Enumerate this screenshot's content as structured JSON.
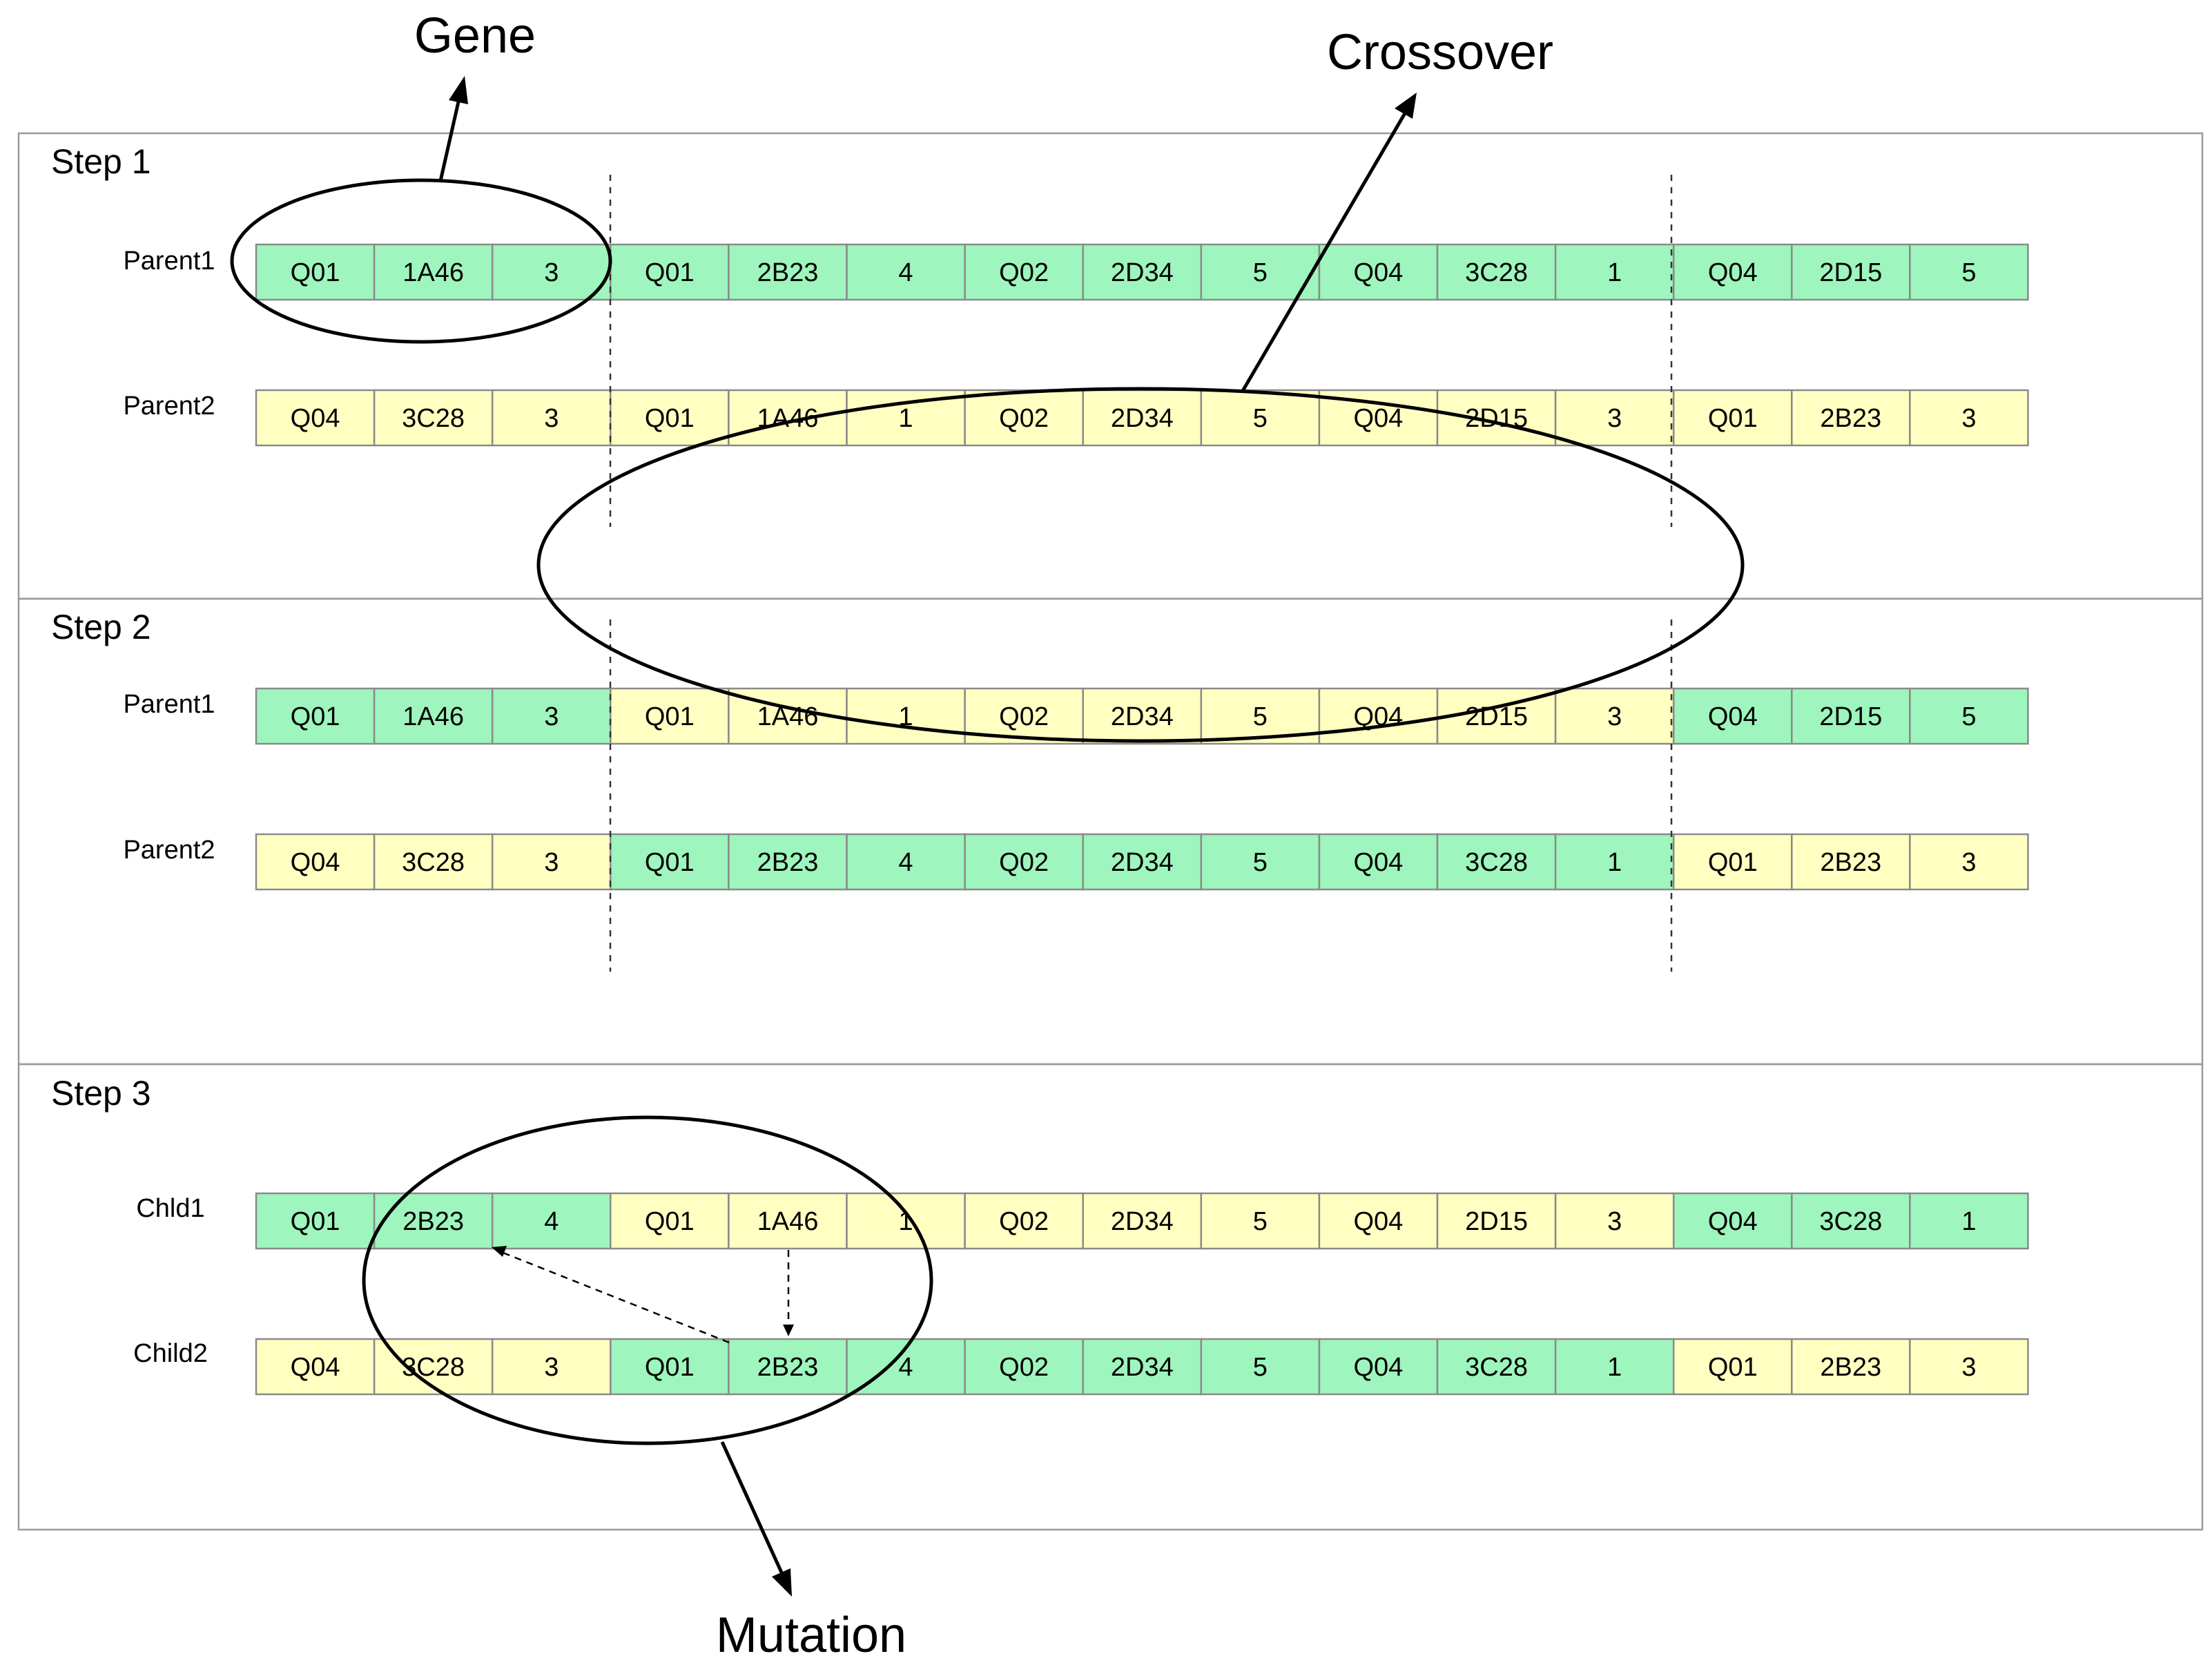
{
  "colors": {
    "green": "#9ef5bd",
    "yellow": "#ffffc2",
    "stroke": "#8a8a8a"
  },
  "annotations": {
    "gene": "Gene",
    "crossover": "Crossover",
    "mutation": "Mutation"
  },
  "steps": [
    {
      "label": "Step 1",
      "rows": [
        {
          "label": "Parent1",
          "cells": [
            "Q01",
            "1A46",
            "3",
            "Q01",
            "2B23",
            "4",
            "Q02",
            "2D34",
            "5",
            "Q04",
            "3C28",
            "1",
            "Q04",
            "2D15",
            "5"
          ],
          "colors": [
            "green",
            "green",
            "green",
            "green",
            "green",
            "green",
            "green",
            "green",
            "green",
            "green",
            "green",
            "green",
            "green",
            "green",
            "green"
          ]
        },
        {
          "label": "Parent2",
          "cells": [
            "Q04",
            "3C28",
            "3",
            "Q01",
            "1A46",
            "1",
            "Q02",
            "2D34",
            "5",
            "Q04",
            "2D15",
            "3",
            "Q01",
            "2B23",
            "3"
          ],
          "colors": [
            "yellow",
            "yellow",
            "yellow",
            "yellow",
            "yellow",
            "yellow",
            "yellow",
            "yellow",
            "yellow",
            "yellow",
            "yellow",
            "yellow",
            "yellow",
            "yellow",
            "yellow"
          ]
        }
      ]
    },
    {
      "label": "Step 2",
      "rows": [
        {
          "label": "Parent1",
          "cells": [
            "Q01",
            "1A46",
            "3",
            "Q01",
            "1A46",
            "1",
            "Q02",
            "2D34",
            "5",
            "Q04",
            "2D15",
            "3",
            "Q04",
            "2D15",
            "5"
          ],
          "colors": [
            "green",
            "green",
            "green",
            "yellow",
            "yellow",
            "yellow",
            "yellow",
            "yellow",
            "yellow",
            "yellow",
            "yellow",
            "yellow",
            "green",
            "green",
            "green"
          ]
        },
        {
          "label": "Parent2",
          "cells": [
            "Q04",
            "3C28",
            "3",
            "Q01",
            "2B23",
            "4",
            "Q02",
            "2D34",
            "5",
            "Q04",
            "3C28",
            "1",
            "Q01",
            "2B23",
            "3"
          ],
          "colors": [
            "yellow",
            "yellow",
            "yellow",
            "green",
            "green",
            "green",
            "green",
            "green",
            "green",
            "green",
            "green",
            "green",
            "yellow",
            "yellow",
            "yellow"
          ]
        }
      ]
    },
    {
      "label": "Step 3",
      "rows": [
        {
          "label": "Chld1",
          "cells": [
            "Q01",
            "2B23",
            "4",
            "Q01",
            "1A46",
            "1",
            "Q02",
            "2D34",
            "5",
            "Q04",
            "2D15",
            "3",
            "Q04",
            "3C28",
            "1"
          ],
          "colors": [
            "green",
            "green",
            "green",
            "yellow",
            "yellow",
            "yellow",
            "yellow",
            "yellow",
            "yellow",
            "yellow",
            "yellow",
            "yellow",
            "green",
            "green",
            "green"
          ]
        },
        {
          "label": "Child2",
          "cells": [
            "Q04",
            "3C28",
            "3",
            "Q01",
            "2B23",
            "4",
            "Q02",
            "2D34",
            "5",
            "Q04",
            "3C28",
            "1",
            "Q01",
            "2B23",
            "3"
          ],
          "colors": [
            "yellow",
            "yellow",
            "yellow",
            "green",
            "green",
            "green",
            "green",
            "green",
            "green",
            "green",
            "green",
            "green",
            "yellow",
            "yellow",
            "yellow"
          ]
        }
      ]
    }
  ]
}
